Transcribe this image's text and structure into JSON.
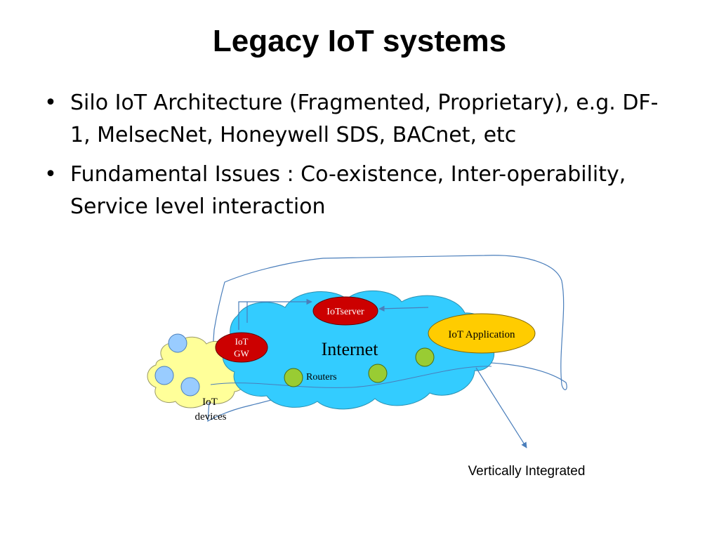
{
  "slide": {
    "title": "Legacy IoT systems",
    "bullets": [
      "Silo IoT Architecture (Fragmented, Proprietary), e.g. DF-1,  MelsecNet, Honeywell  SDS,  BACnet, etc",
      "Fundamental Issues : Co-existence, Inter-operability, Service level interaction"
    ]
  },
  "diagram": {
    "internet_label": "Internet",
    "iot_server": "IoTserver",
    "iot_application": "IoT Application",
    "iot_gw_line1": "IoT",
    "iot_gw_line2": "GW",
    "routers_label": "Routers",
    "devices_line1": "IoT",
    "devices_line2": "devices",
    "vertical_label": "Vertically Integrated"
  },
  "colors": {
    "internet_cloud": "#33ccff",
    "device_cloud": "#ffff99",
    "device_nodes": "#99ccff",
    "router_nodes": "#99cc33",
    "red_nodes": "#cc0000",
    "app_node": "#ffcc00",
    "arrows": "#4a7ebb"
  }
}
